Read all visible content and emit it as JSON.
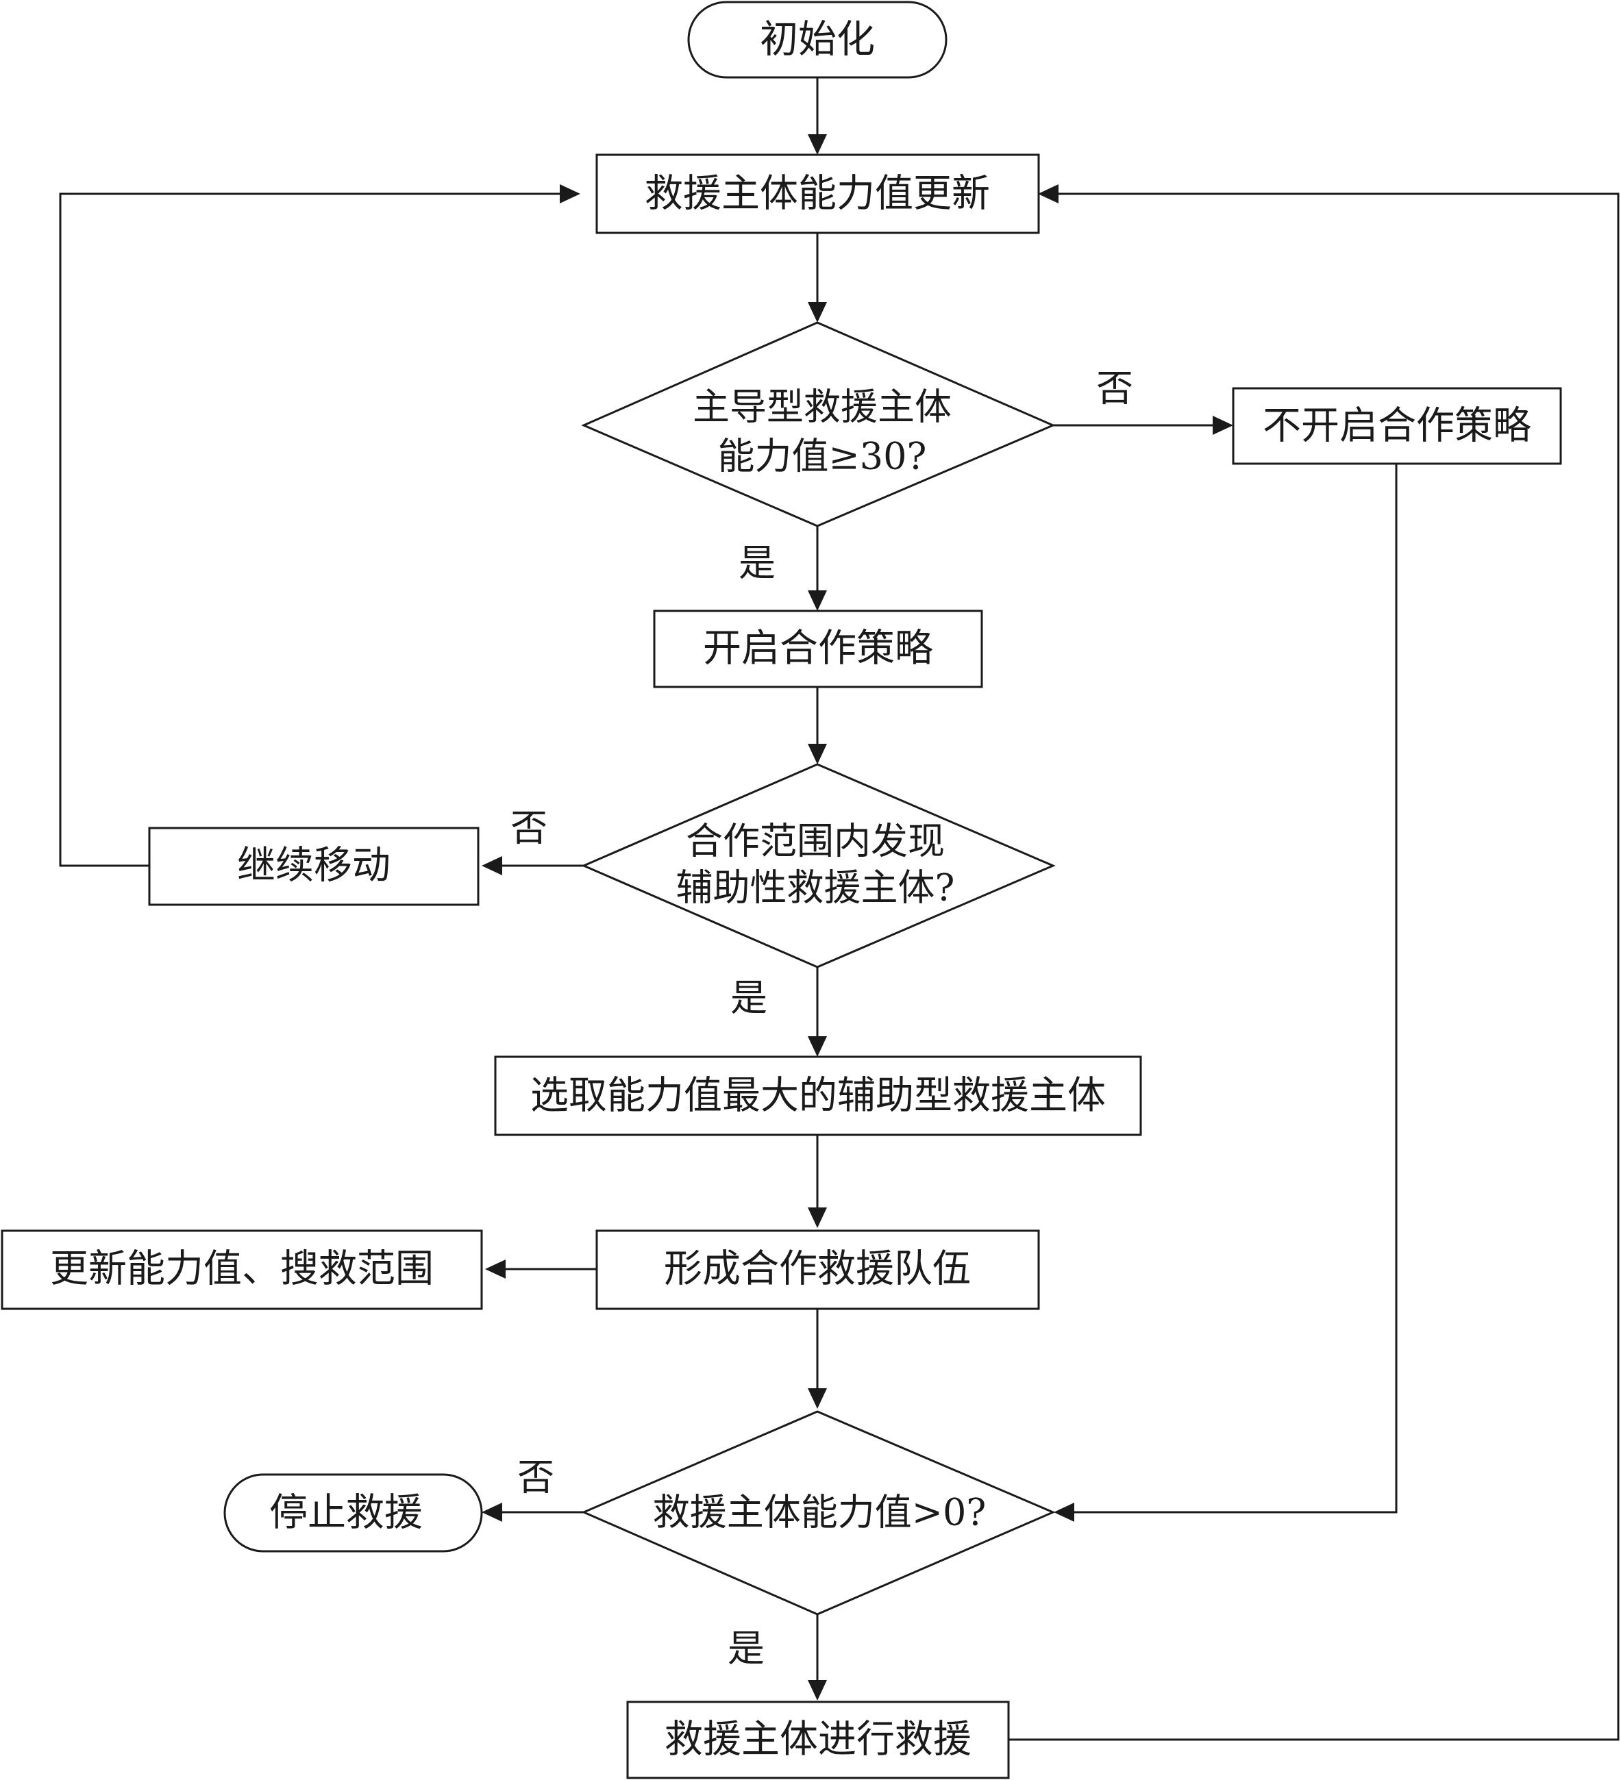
{
  "nodes": {
    "init": "初始化",
    "update": "救援主体能力值更新",
    "decision1_line1": "主导型救援主体",
    "decision1_line2": "能力值≥30?",
    "no_coop": "不开启合作策略",
    "coop": "开启合作策略",
    "decision2_line1": "合作范围内发现",
    "decision2_line2": "辅助性救援主体?",
    "keep_moving": "继续移动",
    "select": "选取能力值最大的辅助型救援主体",
    "form_team": "形成合作救援队伍",
    "update_range": "更新能力值、搜救范围",
    "decision3": "救援主体能力值>0?",
    "stop": "停止救援",
    "rescue": "救援主体进行救援"
  },
  "edge_labels": {
    "d1_no": "否",
    "d1_yes": "是",
    "d2_no": "否",
    "d2_yes": "是",
    "d3_no": "否",
    "d3_yes": "是"
  }
}
